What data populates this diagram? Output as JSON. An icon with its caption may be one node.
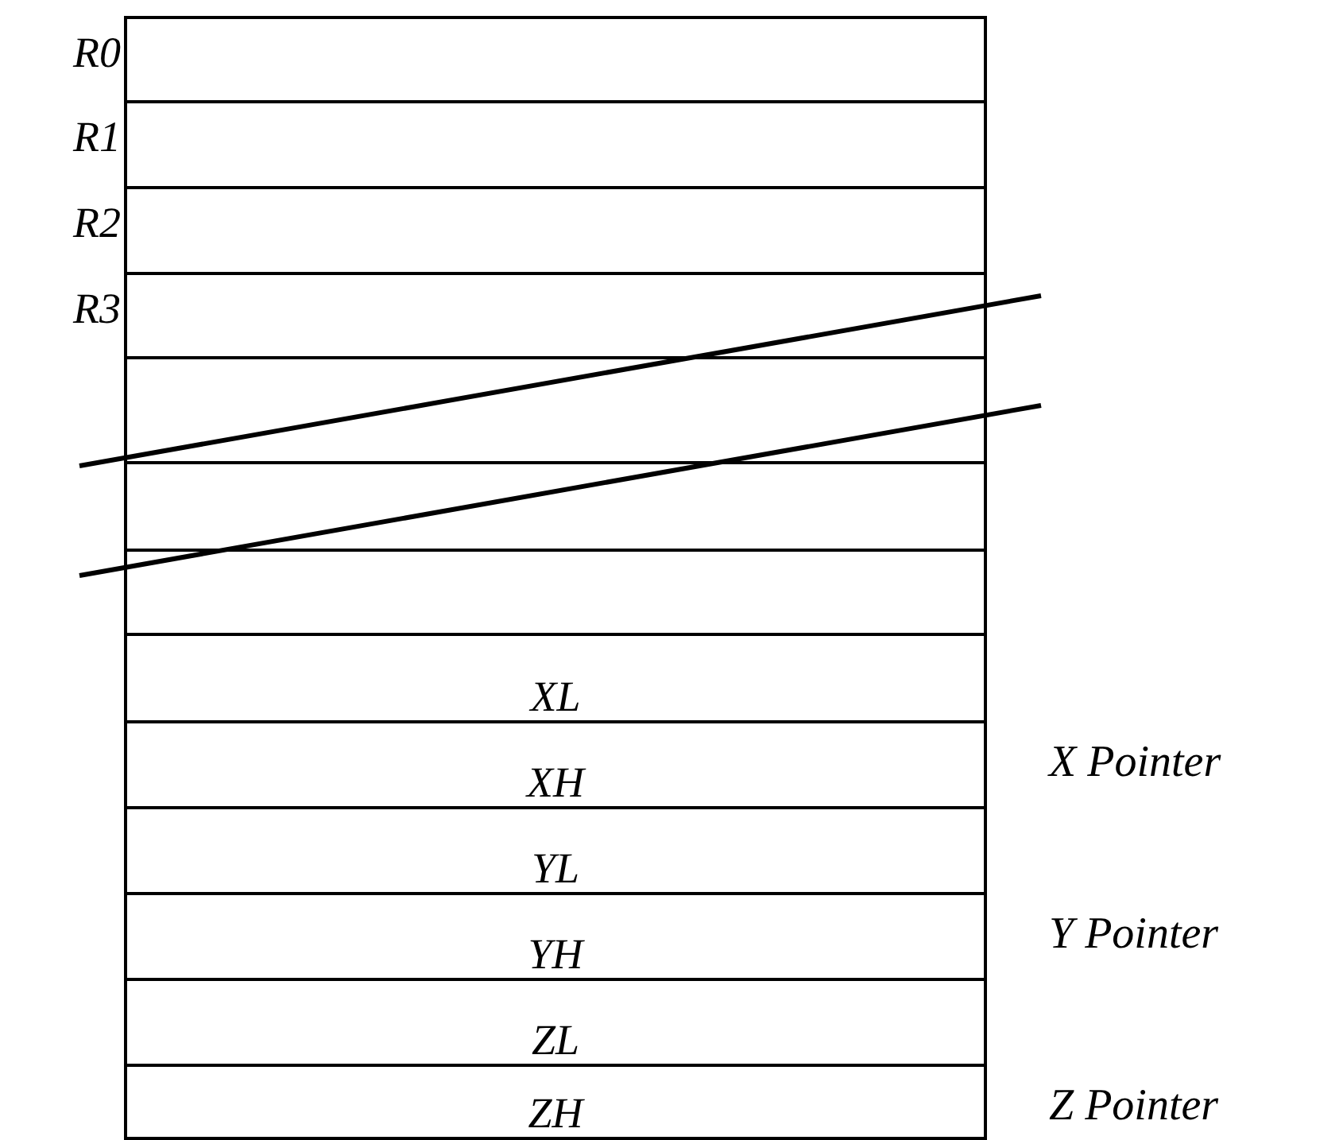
{
  "diagram": {
    "nodes": [
      {
        "text": [],
        "shape": "box",
        "beside": [
          "R0"
        ]
      },
      {
        "text": [],
        "shape": "box",
        "beside": [
          "R1"
        ]
      },
      {
        "text": [],
        "shape": "box",
        "beside": [
          "R2"
        ]
      },
      {
        "text": [],
        "shape": "box",
        "beside": [
          "R3"
        ]
      },
      {
        "text": [],
        "shape": "box"
      },
      {
        "text": [],
        "shape": "box"
      },
      {
        "text": [],
        "shape": "box"
      },
      {
        "text": [
          "XL"
        ]
      },
      {
        "text": [
          "XH"
        ]
      },
      {
        "text": [
          "YL"
        ]
      },
      {
        "text": [
          "YH"
        ]
      },
      {
        "text": [
          "ZL"
        ]
      },
      {
        "text": [
          "ZH"
        ]
      }
    ],
    "labels": [
      "X Pointer",
      "Y Pointer",
      "Z Pointer"
    ]
  }
}
